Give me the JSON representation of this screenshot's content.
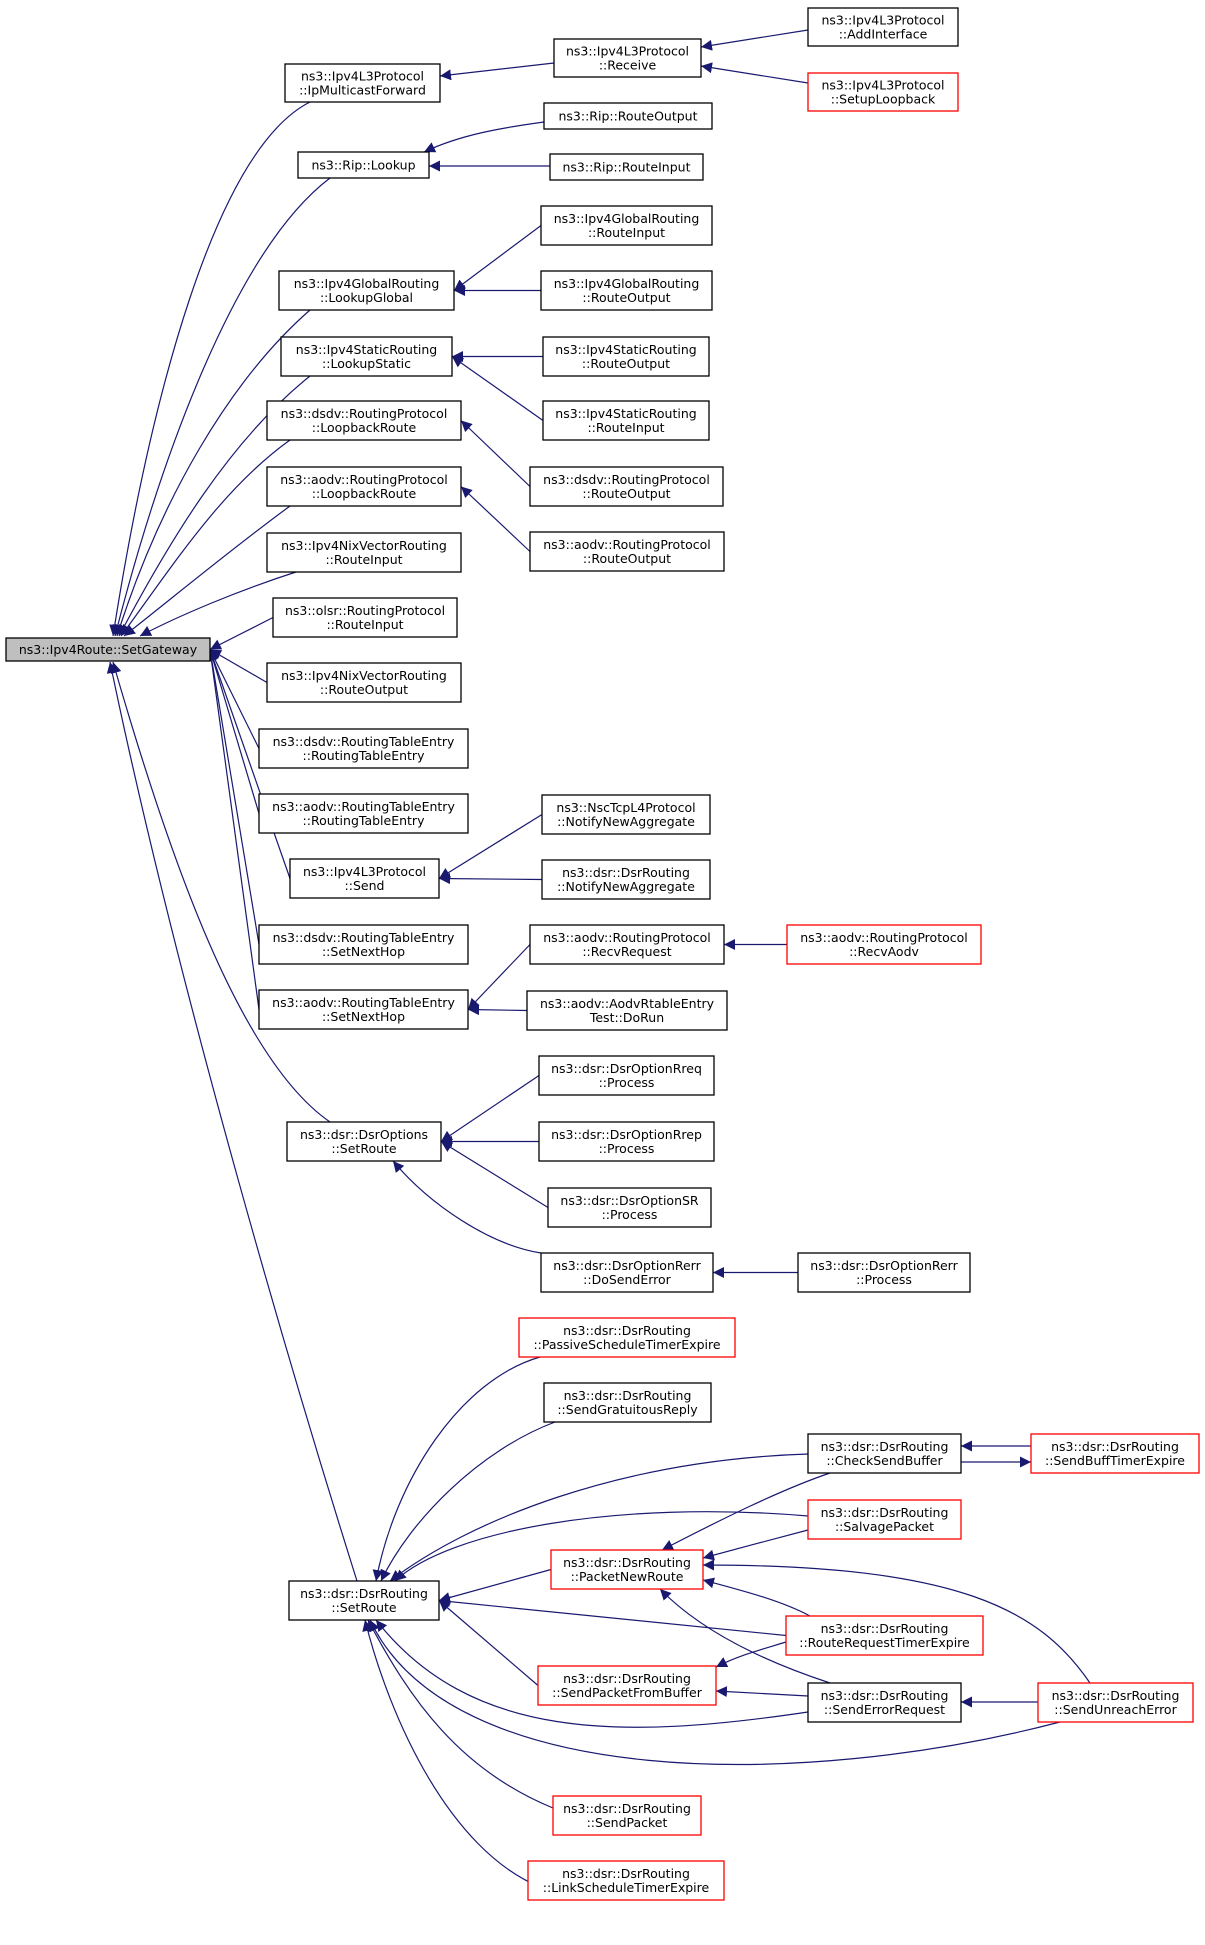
{
  "colors": {
    "edge": "#191970",
    "box_border": "#000000",
    "box_border_highlight": "#ff0000",
    "root_fill": "#bfbfbf",
    "box_fill": "#ffffff"
  },
  "nodes": [
    {
      "id": "root",
      "lines": [
        "ns3::Ipv4Route::SetGateway"
      ],
      "variant": "root"
    },
    {
      "id": "ipv4l3-ipmulticastforward",
      "lines": [
        "ns3::Ipv4L3Protocol",
        "::IpMulticastForward"
      ],
      "variant": "normal"
    },
    {
      "id": "ipv4l3-receive",
      "lines": [
        "ns3::Ipv4L3Protocol",
        "::Receive"
      ],
      "variant": "normal"
    },
    {
      "id": "ipv4l3-addinterface",
      "lines": [
        "ns3::Ipv4L3Protocol",
        "::AddInterface"
      ],
      "variant": "normal"
    },
    {
      "id": "ipv4l3-setuploopback",
      "lines": [
        "ns3::Ipv4L3Protocol",
        "::SetupLoopback"
      ],
      "variant": "highlight"
    },
    {
      "id": "rip-lookup",
      "lines": [
        "ns3::Rip::Lookup"
      ],
      "variant": "normal"
    },
    {
      "id": "rip-routeoutput",
      "lines": [
        "ns3::Rip::RouteOutput"
      ],
      "variant": "normal"
    },
    {
      "id": "rip-routeinput",
      "lines": [
        "ns3::Rip::RouteInput"
      ],
      "variant": "normal"
    },
    {
      "id": "ipv4global-lookupglobal",
      "lines": [
        "ns3::Ipv4GlobalRouting",
        "::LookupGlobal"
      ],
      "variant": "normal"
    },
    {
      "id": "ipv4global-routeinput",
      "lines": [
        "ns3::Ipv4GlobalRouting",
        "::RouteInput"
      ],
      "variant": "normal"
    },
    {
      "id": "ipv4global-routeoutput",
      "lines": [
        "ns3::Ipv4GlobalRouting",
        "::RouteOutput"
      ],
      "variant": "normal"
    },
    {
      "id": "ipv4static-lookupstatic",
      "lines": [
        "ns3::Ipv4StaticRouting",
        "::LookupStatic"
      ],
      "variant": "normal"
    },
    {
      "id": "ipv4static-routeoutput",
      "lines": [
        "ns3::Ipv4StaticRouting",
        "::RouteOutput"
      ],
      "variant": "normal"
    },
    {
      "id": "ipv4static-routeinput",
      "lines": [
        "ns3::Ipv4StaticRouting",
        "::RouteInput"
      ],
      "variant": "normal"
    },
    {
      "id": "dsdv-rp-loopbackroute",
      "lines": [
        "ns3::dsdv::RoutingProtocol",
        "::LoopbackRoute"
      ],
      "variant": "normal"
    },
    {
      "id": "dsdv-rp-routeoutput",
      "lines": [
        "ns3::dsdv::RoutingProtocol",
        "::RouteOutput"
      ],
      "variant": "normal"
    },
    {
      "id": "aodv-rp-loopbackroute",
      "lines": [
        "ns3::aodv::RoutingProtocol",
        "::LoopbackRoute"
      ],
      "variant": "normal"
    },
    {
      "id": "aodv-rp-routeoutput",
      "lines": [
        "ns3::aodv::RoutingProtocol",
        "::RouteOutput"
      ],
      "variant": "normal"
    },
    {
      "id": "ipv4nix-routeinput",
      "lines": [
        "ns3::Ipv4NixVectorRouting",
        "::RouteInput"
      ],
      "variant": "normal"
    },
    {
      "id": "olsr-rp-routeinput",
      "lines": [
        "ns3::olsr::RoutingProtocol",
        "::RouteInput"
      ],
      "variant": "normal"
    },
    {
      "id": "ipv4nix-routeoutput",
      "lines": [
        "ns3::Ipv4NixVectorRouting",
        "::RouteOutput"
      ],
      "variant": "normal"
    },
    {
      "id": "dsdv-rte-ctor",
      "lines": [
        "ns3::dsdv::RoutingTableEntry",
        "::RoutingTableEntry"
      ],
      "variant": "normal"
    },
    {
      "id": "aodv-rte-ctor",
      "lines": [
        "ns3::aodv::RoutingTableEntry",
        "::RoutingTableEntry"
      ],
      "variant": "normal"
    },
    {
      "id": "ipv4l3-send",
      "lines": [
        "ns3::Ipv4L3Protocol",
        "::Send"
      ],
      "variant": "normal"
    },
    {
      "id": "nsctcp-notify",
      "lines": [
        "ns3::NscTcpL4Protocol",
        "::NotifyNewAggregate"
      ],
      "variant": "normal"
    },
    {
      "id": "dsr-routing-notify",
      "lines": [
        "ns3::dsr::DsrRouting",
        "::NotifyNewAggregate"
      ],
      "variant": "normal"
    },
    {
      "id": "dsdv-rte-setnexthop",
      "lines": [
        "ns3::dsdv::RoutingTableEntry",
        "::SetNextHop"
      ],
      "variant": "normal"
    },
    {
      "id": "aodv-rte-setnexthop",
      "lines": [
        "ns3::aodv::RoutingTableEntry",
        "::SetNextHop"
      ],
      "variant": "normal"
    },
    {
      "id": "aodv-rp-recvrequest",
      "lines": [
        "ns3::aodv::RoutingProtocol",
        "::RecvRequest"
      ],
      "variant": "normal"
    },
    {
      "id": "aodv-rp-recvaodv",
      "lines": [
        "ns3::aodv::RoutingProtocol",
        "::RecvAodv"
      ],
      "variant": "highlight"
    },
    {
      "id": "aodv-rtable-test",
      "lines": [
        "ns3::aodv::AodvRtableEntry",
        "Test::DoRun"
      ],
      "variant": "normal"
    },
    {
      "id": "dsr-options-setroute",
      "lines": [
        "ns3::dsr::DsrOptions",
        "::SetRoute"
      ],
      "variant": "normal"
    },
    {
      "id": "dsr-optrreq-process",
      "lines": [
        "ns3::dsr::DsrOptionRreq",
        "::Process"
      ],
      "variant": "normal"
    },
    {
      "id": "dsr-optrrep-process",
      "lines": [
        "ns3::dsr::DsrOptionRrep",
        "::Process"
      ],
      "variant": "normal"
    },
    {
      "id": "dsr-optsr-process",
      "lines": [
        "ns3::dsr::DsrOptionSR",
        "::Process"
      ],
      "variant": "normal"
    },
    {
      "id": "dsr-optrerr-dosenderror",
      "lines": [
        "ns3::dsr::DsrOptionRerr",
        "::DoSendError"
      ],
      "variant": "normal"
    },
    {
      "id": "dsr-optrerr-process",
      "lines": [
        "ns3::dsr::DsrOptionRerr",
        "::Process"
      ],
      "variant": "normal"
    },
    {
      "id": "dsr-routing-passive",
      "lines": [
        "ns3::dsr::DsrRouting",
        "::PassiveScheduleTimerExpire"
      ],
      "variant": "highlight"
    },
    {
      "id": "dsr-routing-gratuitous",
      "lines": [
        "ns3::dsr::DsrRouting",
        "::SendGratuitousReply"
      ],
      "variant": "normal"
    },
    {
      "id": "dsr-routing-checksendbuffer",
      "lines": [
        "ns3::dsr::DsrRouting",
        "::CheckSendBuffer"
      ],
      "variant": "normal"
    },
    {
      "id": "dsr-routing-sendbufftimer",
      "lines": [
        "ns3::dsr::DsrRouting",
        "::SendBuffTimerExpire"
      ],
      "variant": "highlight"
    },
    {
      "id": "dsr-routing-salvage",
      "lines": [
        "ns3::dsr::DsrRouting",
        "::SalvagePacket"
      ],
      "variant": "highlight"
    },
    {
      "id": "dsr-routing-packetnewroute",
      "lines": [
        "ns3::dsr::DsrRouting",
        "::PacketNewRoute"
      ],
      "variant": "highlight"
    },
    {
      "id": "dsr-routing-setroute",
      "lines": [
        "ns3::dsr::DsrRouting",
        "::SetRoute"
      ],
      "variant": "normal"
    },
    {
      "id": "dsr-routing-rreqtimer",
      "lines": [
        "ns3::dsr::DsrRouting",
        "::RouteRequestTimerExpire"
      ],
      "variant": "highlight"
    },
    {
      "id": "dsr-routing-sendpktfrombuf",
      "lines": [
        "ns3::dsr::DsrRouting",
        "::SendPacketFromBuffer"
      ],
      "variant": "highlight"
    },
    {
      "id": "dsr-routing-senderrorrequest",
      "lines": [
        "ns3::dsr::DsrRouting",
        "::SendErrorRequest"
      ],
      "variant": "normal"
    },
    {
      "id": "dsr-routing-sendunreach",
      "lines": [
        "ns3::dsr::DsrRouting",
        "::SendUnreachError"
      ],
      "variant": "highlight"
    },
    {
      "id": "dsr-routing-sendpacket",
      "lines": [
        "ns3::dsr::DsrRouting",
        "::SendPacket"
      ],
      "variant": "highlight"
    },
    {
      "id": "dsr-routing-linkschedule",
      "lines": [
        "ns3::dsr::DsrRouting",
        "::LinkScheduleTimerExpire"
      ],
      "variant": "highlight"
    }
  ],
  "edges": [
    [
      "ipv4l3-ipmulticastforward",
      "root"
    ],
    [
      "rip-lookup",
      "root"
    ],
    [
      "ipv4global-lookupglobal",
      "root"
    ],
    [
      "ipv4static-lookupstatic",
      "root"
    ],
    [
      "dsdv-rp-loopbackroute",
      "root"
    ],
    [
      "aodv-rp-loopbackroute",
      "root"
    ],
    [
      "ipv4nix-routeinput",
      "root"
    ],
    [
      "olsr-rp-routeinput",
      "root"
    ],
    [
      "ipv4nix-routeoutput",
      "root"
    ],
    [
      "dsdv-rte-ctor",
      "root"
    ],
    [
      "aodv-rte-ctor",
      "root"
    ],
    [
      "ipv4l3-send",
      "root"
    ],
    [
      "dsdv-rte-setnexthop",
      "root"
    ],
    [
      "aodv-rte-setnexthop",
      "root"
    ],
    [
      "dsr-options-setroute",
      "root"
    ],
    [
      "dsr-routing-setroute",
      "root"
    ],
    [
      "ipv4l3-receive",
      "ipv4l3-ipmulticastforward"
    ],
    [
      "ipv4l3-addinterface",
      "ipv4l3-receive"
    ],
    [
      "ipv4l3-setuploopback",
      "ipv4l3-receive"
    ],
    [
      "rip-routeoutput",
      "rip-lookup"
    ],
    [
      "rip-routeinput",
      "rip-lookup"
    ],
    [
      "ipv4global-routeinput",
      "ipv4global-lookupglobal"
    ],
    [
      "ipv4global-routeoutput",
      "ipv4global-lookupglobal"
    ],
    [
      "ipv4static-routeoutput",
      "ipv4static-lookupstatic"
    ],
    [
      "ipv4static-routeinput",
      "ipv4static-lookupstatic"
    ],
    [
      "dsdv-rp-routeoutput",
      "dsdv-rp-loopbackroute"
    ],
    [
      "aodv-rp-routeoutput",
      "aodv-rp-loopbackroute"
    ],
    [
      "nsctcp-notify",
      "ipv4l3-send"
    ],
    [
      "dsr-routing-notify",
      "ipv4l3-send"
    ],
    [
      "aodv-rp-recvrequest",
      "aodv-rte-setnexthop"
    ],
    [
      "aodv-rtable-test",
      "aodv-rte-setnexthop"
    ],
    [
      "aodv-rp-recvaodv",
      "aodv-rp-recvrequest"
    ],
    [
      "dsr-optrreq-process",
      "dsr-options-setroute"
    ],
    [
      "dsr-optrrep-process",
      "dsr-options-setroute"
    ],
    [
      "dsr-optsr-process",
      "dsr-options-setroute"
    ],
    [
      "dsr-optrerr-dosenderror",
      "dsr-options-setroute"
    ],
    [
      "dsr-optrerr-process",
      "dsr-optrerr-dosenderror"
    ],
    [
      "dsr-routing-passive",
      "dsr-routing-setroute"
    ],
    [
      "dsr-routing-gratuitous",
      "dsr-routing-setroute"
    ],
    [
      "dsr-routing-checksendbuffer",
      "dsr-routing-setroute"
    ],
    [
      "dsr-routing-salvage",
      "dsr-routing-setroute"
    ],
    [
      "dsr-routing-packetnewroute",
      "dsr-routing-setroute"
    ],
    [
      "dsr-routing-rreqtimer",
      "dsr-routing-setroute"
    ],
    [
      "dsr-routing-sendpktfrombuf",
      "dsr-routing-setroute"
    ],
    [
      "dsr-routing-senderrorrequest",
      "dsr-routing-setroute"
    ],
    [
      "dsr-routing-sendunreach",
      "dsr-routing-setroute"
    ],
    [
      "dsr-routing-sendpacket",
      "dsr-routing-setroute"
    ],
    [
      "dsr-routing-linkschedule",
      "dsr-routing-setroute"
    ],
    [
      "dsr-routing-sendbufftimer",
      "dsr-routing-checksendbuffer"
    ],
    [
      "dsr-routing-checksendbuffer",
      "dsr-routing-sendbufftimer"
    ],
    [
      "dsr-routing-checksendbuffer",
      "dsr-routing-packetnewroute"
    ],
    [
      "dsr-routing-salvage",
      "dsr-routing-packetnewroute"
    ],
    [
      "dsr-routing-rreqtimer",
      "dsr-routing-packetnewroute"
    ],
    [
      "dsr-routing-senderrorrequest",
      "dsr-routing-packetnewroute"
    ],
    [
      "dsr-routing-sendunreach",
      "dsr-routing-packetnewroute"
    ],
    [
      "dsr-routing-rreqtimer",
      "dsr-routing-sendpktfrombuf"
    ],
    [
      "dsr-routing-senderrorrequest",
      "dsr-routing-sendpktfrombuf"
    ],
    [
      "dsr-routing-sendunreach",
      "dsr-routing-senderrorrequest"
    ]
  ]
}
